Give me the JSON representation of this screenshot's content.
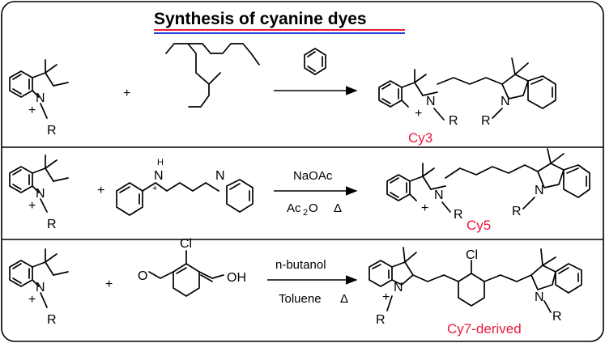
{
  "title": "Synthesis of  cyanine dyes",
  "colors": {
    "underline_top": "#e8193c",
    "underline_bottom": "#1f3fd6",
    "label": "#e8193c"
  },
  "atoms": {
    "N": "N",
    "plus": "+",
    "R": "R",
    "Cl": "Cl",
    "O": "O",
    "OH": "OH",
    "H": "H"
  },
  "row1": {
    "plus_sign": "+",
    "product": "Cy3"
  },
  "row2": {
    "plus_sign": "+",
    "cond_top": "NaOAc",
    "cond_bottom_a": "Ac",
    "cond_bottom_sub": "2",
    "cond_bottom_b": "O",
    "delta": "Δ",
    "product": "Cy5"
  },
  "row3": {
    "plus_sign": "+",
    "cond_top": "n-butanol",
    "cond_bottom": "Toluene",
    "delta": "Δ",
    "product": "Cy7-derived"
  }
}
